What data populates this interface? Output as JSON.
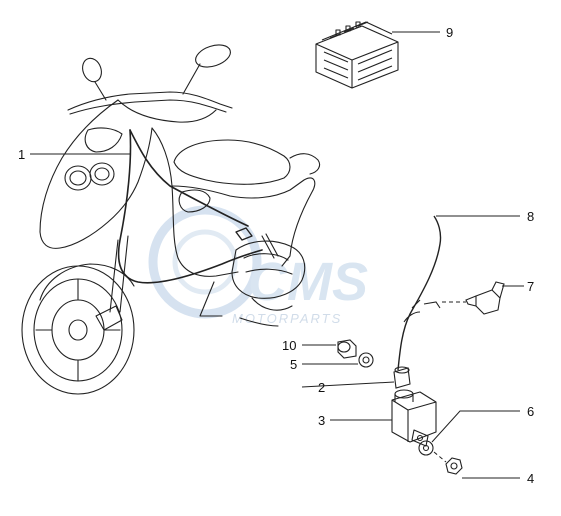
{
  "diagram": {
    "watermark": {
      "brand": "CMS",
      "tagline": "MOTORPARTS"
    },
    "callouts": [
      {
        "id": "1",
        "label": "1"
      },
      {
        "id": "2",
        "label": "2"
      },
      {
        "id": "3",
        "label": "3"
      },
      {
        "id": "4",
        "label": "4"
      },
      {
        "id": "5",
        "label": "5"
      },
      {
        "id": "6",
        "label": "6"
      },
      {
        "id": "7",
        "label": "7"
      },
      {
        "id": "8",
        "label": "8"
      },
      {
        "id": "9",
        "label": "9"
      },
      {
        "id": "10",
        "label": "10"
      }
    ],
    "colors": {
      "line": "#222222",
      "watermark": "#cfdeee"
    }
  }
}
